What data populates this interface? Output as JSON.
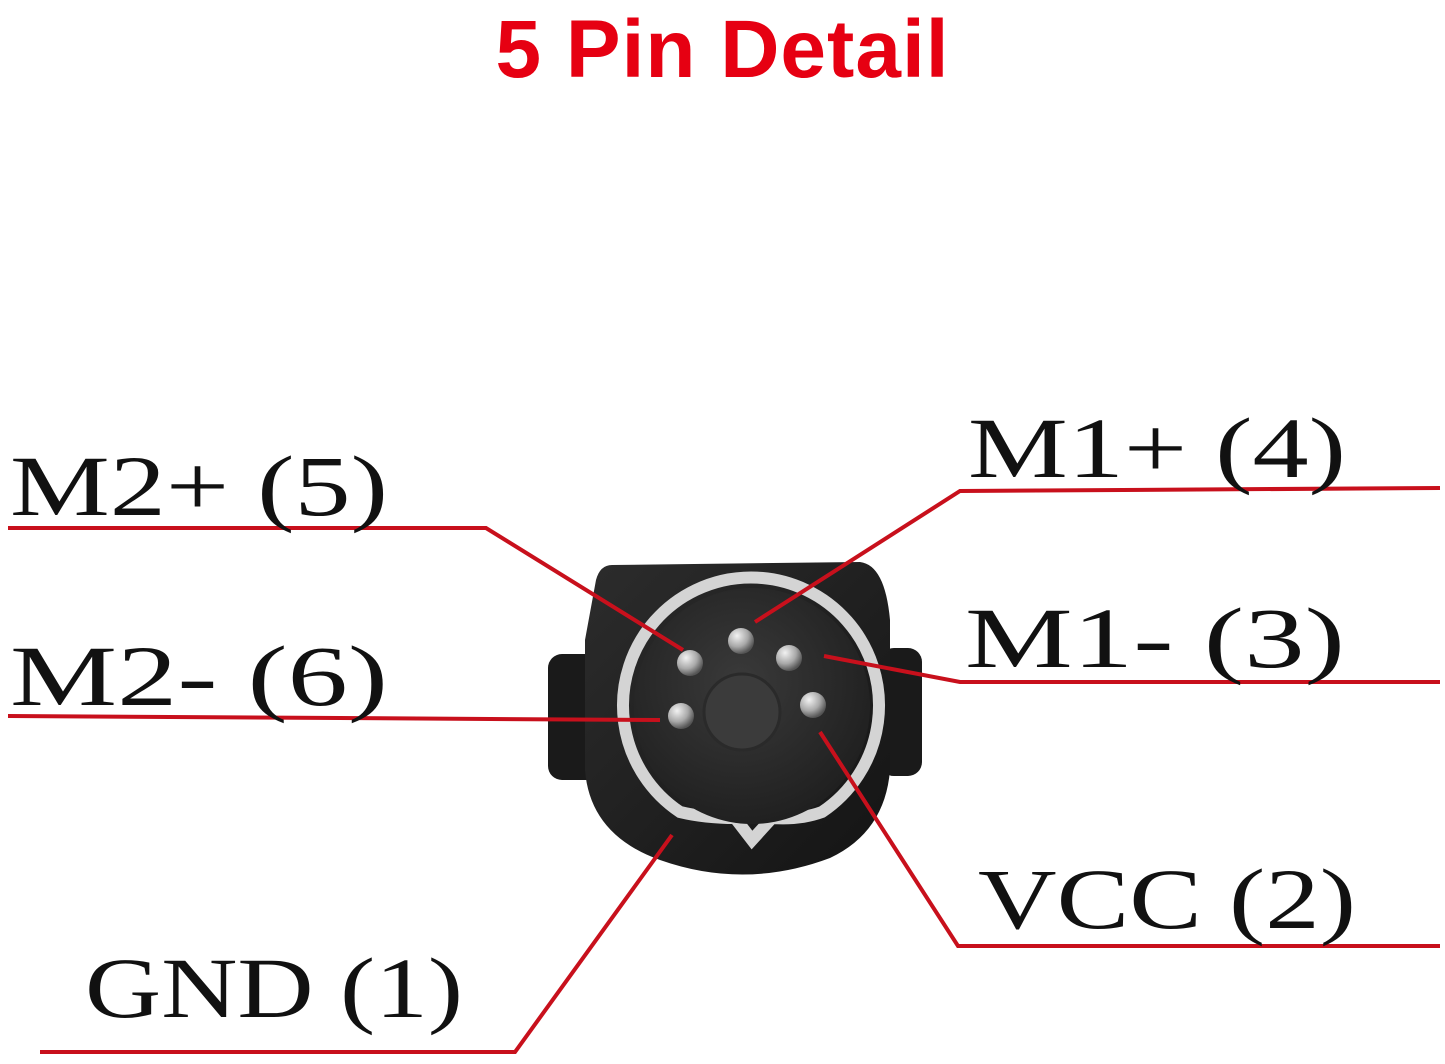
{
  "title": "5 Pin Detail",
  "colors": {
    "title": "#e60012",
    "leader_line": "#c8101c",
    "connector_body": "#1c1c1c",
    "connector_face": "#2a2a2a",
    "shield_ring": "#cfcfcf",
    "pin_metal": "#bdbdbd",
    "label_text": "#111111"
  },
  "pins": [
    {
      "key": "m2p",
      "label": "M2+ (5)"
    },
    {
      "key": "m2m",
      "label": "M2- (6)"
    },
    {
      "key": "gnd",
      "label": "GND (1)"
    },
    {
      "key": "m1p",
      "label": "M1+ (4)"
    },
    {
      "key": "m1m",
      "label": "M1- (3)"
    },
    {
      "key": "vcc",
      "label": "VCC (2)"
    }
  ]
}
